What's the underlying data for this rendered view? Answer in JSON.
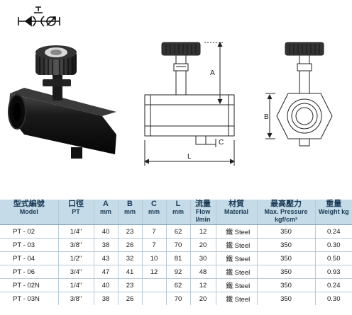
{
  "dimension_labels": {
    "a": "A",
    "b": "B",
    "c": "C",
    "l": "L"
  },
  "table": {
    "headers": [
      {
        "zh": "型式編號",
        "en": "Model"
      },
      {
        "zh": "口徑",
        "en": "PT"
      },
      {
        "zh": "A",
        "en": "mm"
      },
      {
        "zh": "B",
        "en": "mm"
      },
      {
        "zh": "C",
        "en": "mm"
      },
      {
        "zh": "L",
        "en": "mm"
      },
      {
        "zh": "流量",
        "en": "Flow l/min"
      },
      {
        "zh": "材質",
        "en": "Material"
      },
      {
        "zh": "最高壓力",
        "en": "Max. Pressure kgf/cm²"
      },
      {
        "zh": "重量",
        "en": "Weight kg"
      }
    ],
    "rows": [
      {
        "model": "PT - 02",
        "pt": "1/4\"",
        "a": "40",
        "b": "23",
        "c": "7",
        "l": "62",
        "flow": "12",
        "material": "鐵  Steel",
        "pressure": "350",
        "weight": "0.24"
      },
      {
        "model": "PT - 03",
        "pt": "3/8\"",
        "a": "38",
        "b": "26",
        "c": "7",
        "l": "70",
        "flow": "20",
        "material": "鐵  Steel",
        "pressure": "350",
        "weight": "0.30"
      },
      {
        "model": "PT - 04",
        "pt": "1/2\"",
        "a": "43",
        "b": "32",
        "c": "10",
        "l": "81",
        "flow": "30",
        "material": "鐵  Steel",
        "pressure": "350",
        "weight": "0.50"
      },
      {
        "model": "PT - 06",
        "pt": "3/4\"",
        "a": "47",
        "b": "41",
        "c": "12",
        "l": "92",
        "flow": "48",
        "material": "鐵  Steel",
        "pressure": "350",
        "weight": "0.93"
      },
      {
        "model": "PT - 02N",
        "pt": "1/4\"",
        "a": "40",
        "b": "23",
        "c": "",
        "l": "62",
        "flow": "12",
        "material": "鐵  Steel",
        "pressure": "350",
        "weight": "0.24"
      },
      {
        "model": "PT - 03N",
        "pt": "3/8\"",
        "a": "38",
        "b": "26",
        "c": "",
        "l": "70",
        "flow": "20",
        "material": "鐵  Steel",
        "pressure": "350",
        "weight": "0.30"
      }
    ]
  },
  "colors": {
    "header_bg": "#c5dbe7",
    "header_text": "#1a3a55",
    "row_line": "#b9cad6",
    "valve_body": "#111111"
  }
}
